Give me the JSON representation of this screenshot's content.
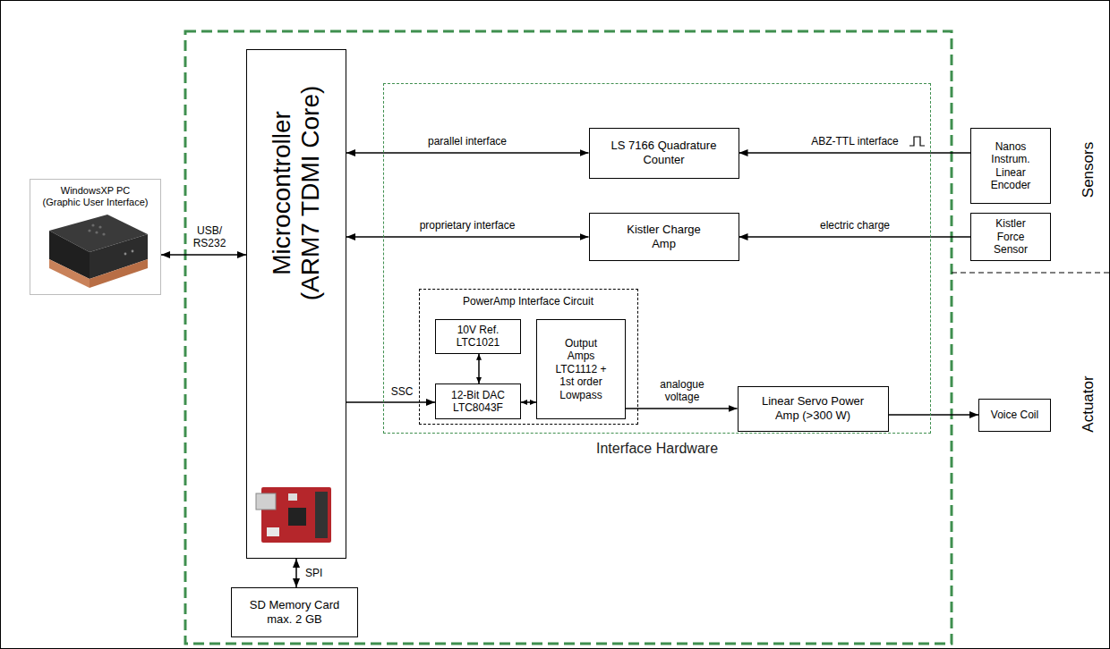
{
  "diagram": {
    "nodes": [
      {
        "text": [
          "WindowsXP PC (Graphic User Interface)"
        ]
      },
      {
        "text": [
          "Microcontroller (ARM7 TDMI Core)"
        ]
      },
      {
        "text": [
          "Interface Hardware"
        ]
      },
      {
        "text": [
          "LS 7166 Quadrature Counter"
        ],
        "in": 2
      },
      {
        "text": [
          "Kistler Charge Amp"
        ],
        "in": 2
      },
      {
        "text": [
          "PowerAmp Interface Circuit"
        ],
        "in": 2
      },
      {
        "text": [
          "10V Ref. LTC1021"
        ],
        "in": 5
      },
      {
        "text": [
          "12-Bit DAC LTC8043F"
        ],
        "in": 5
      },
      {
        "text": [
          "Output Amps LTC1112 + 1st order Lowpass"
        ],
        "in": 5
      },
      {
        "text": [
          "Linear Servo Power Amp (>300 W)"
        ],
        "in": 2
      },
      {
        "text": [
          "Nanos Instrum. Linear Encoder"
        ]
      },
      {
        "text": [
          "Kistler Force Sensor"
        ]
      },
      {
        "text": [
          "Voice Coil"
        ]
      },
      {
        "text": [
          "SD Memory Card max. 2 GB"
        ]
      }
    ],
    "edges": [
      {
        "from": 0,
        "to": 1,
        "arrow": "both",
        "label": "USB/ RS232"
      },
      {
        "from": 1,
        "to": 3,
        "arrow": "both",
        "label": "parallel interface"
      },
      {
        "from": 10,
        "to": 3,
        "arrow": "to",
        "label": "ABZ-TTL interface"
      },
      {
        "from": 1,
        "to": 4,
        "arrow": "both",
        "label": "proprietary interface"
      },
      {
        "from": 11,
        "to": 4,
        "arrow": "to",
        "label": "electric charge"
      },
      {
        "from": 1,
        "to": 7,
        "arrow": "to",
        "label": "SSC"
      },
      {
        "from": 6,
        "to": 7,
        "arrow": "both"
      },
      {
        "from": 7,
        "to": 8,
        "arrow": "both"
      },
      {
        "from": 8,
        "to": 9,
        "arrow": "to",
        "label": "analogue voltage"
      },
      {
        "from": 9,
        "to": 12,
        "arrow": "to"
      },
      {
        "from": 1,
        "to": 13,
        "arrow": "both",
        "label": "SPI"
      }
    ],
    "labels": [
      "Sensors",
      "Actuator"
    ]
  }
}
